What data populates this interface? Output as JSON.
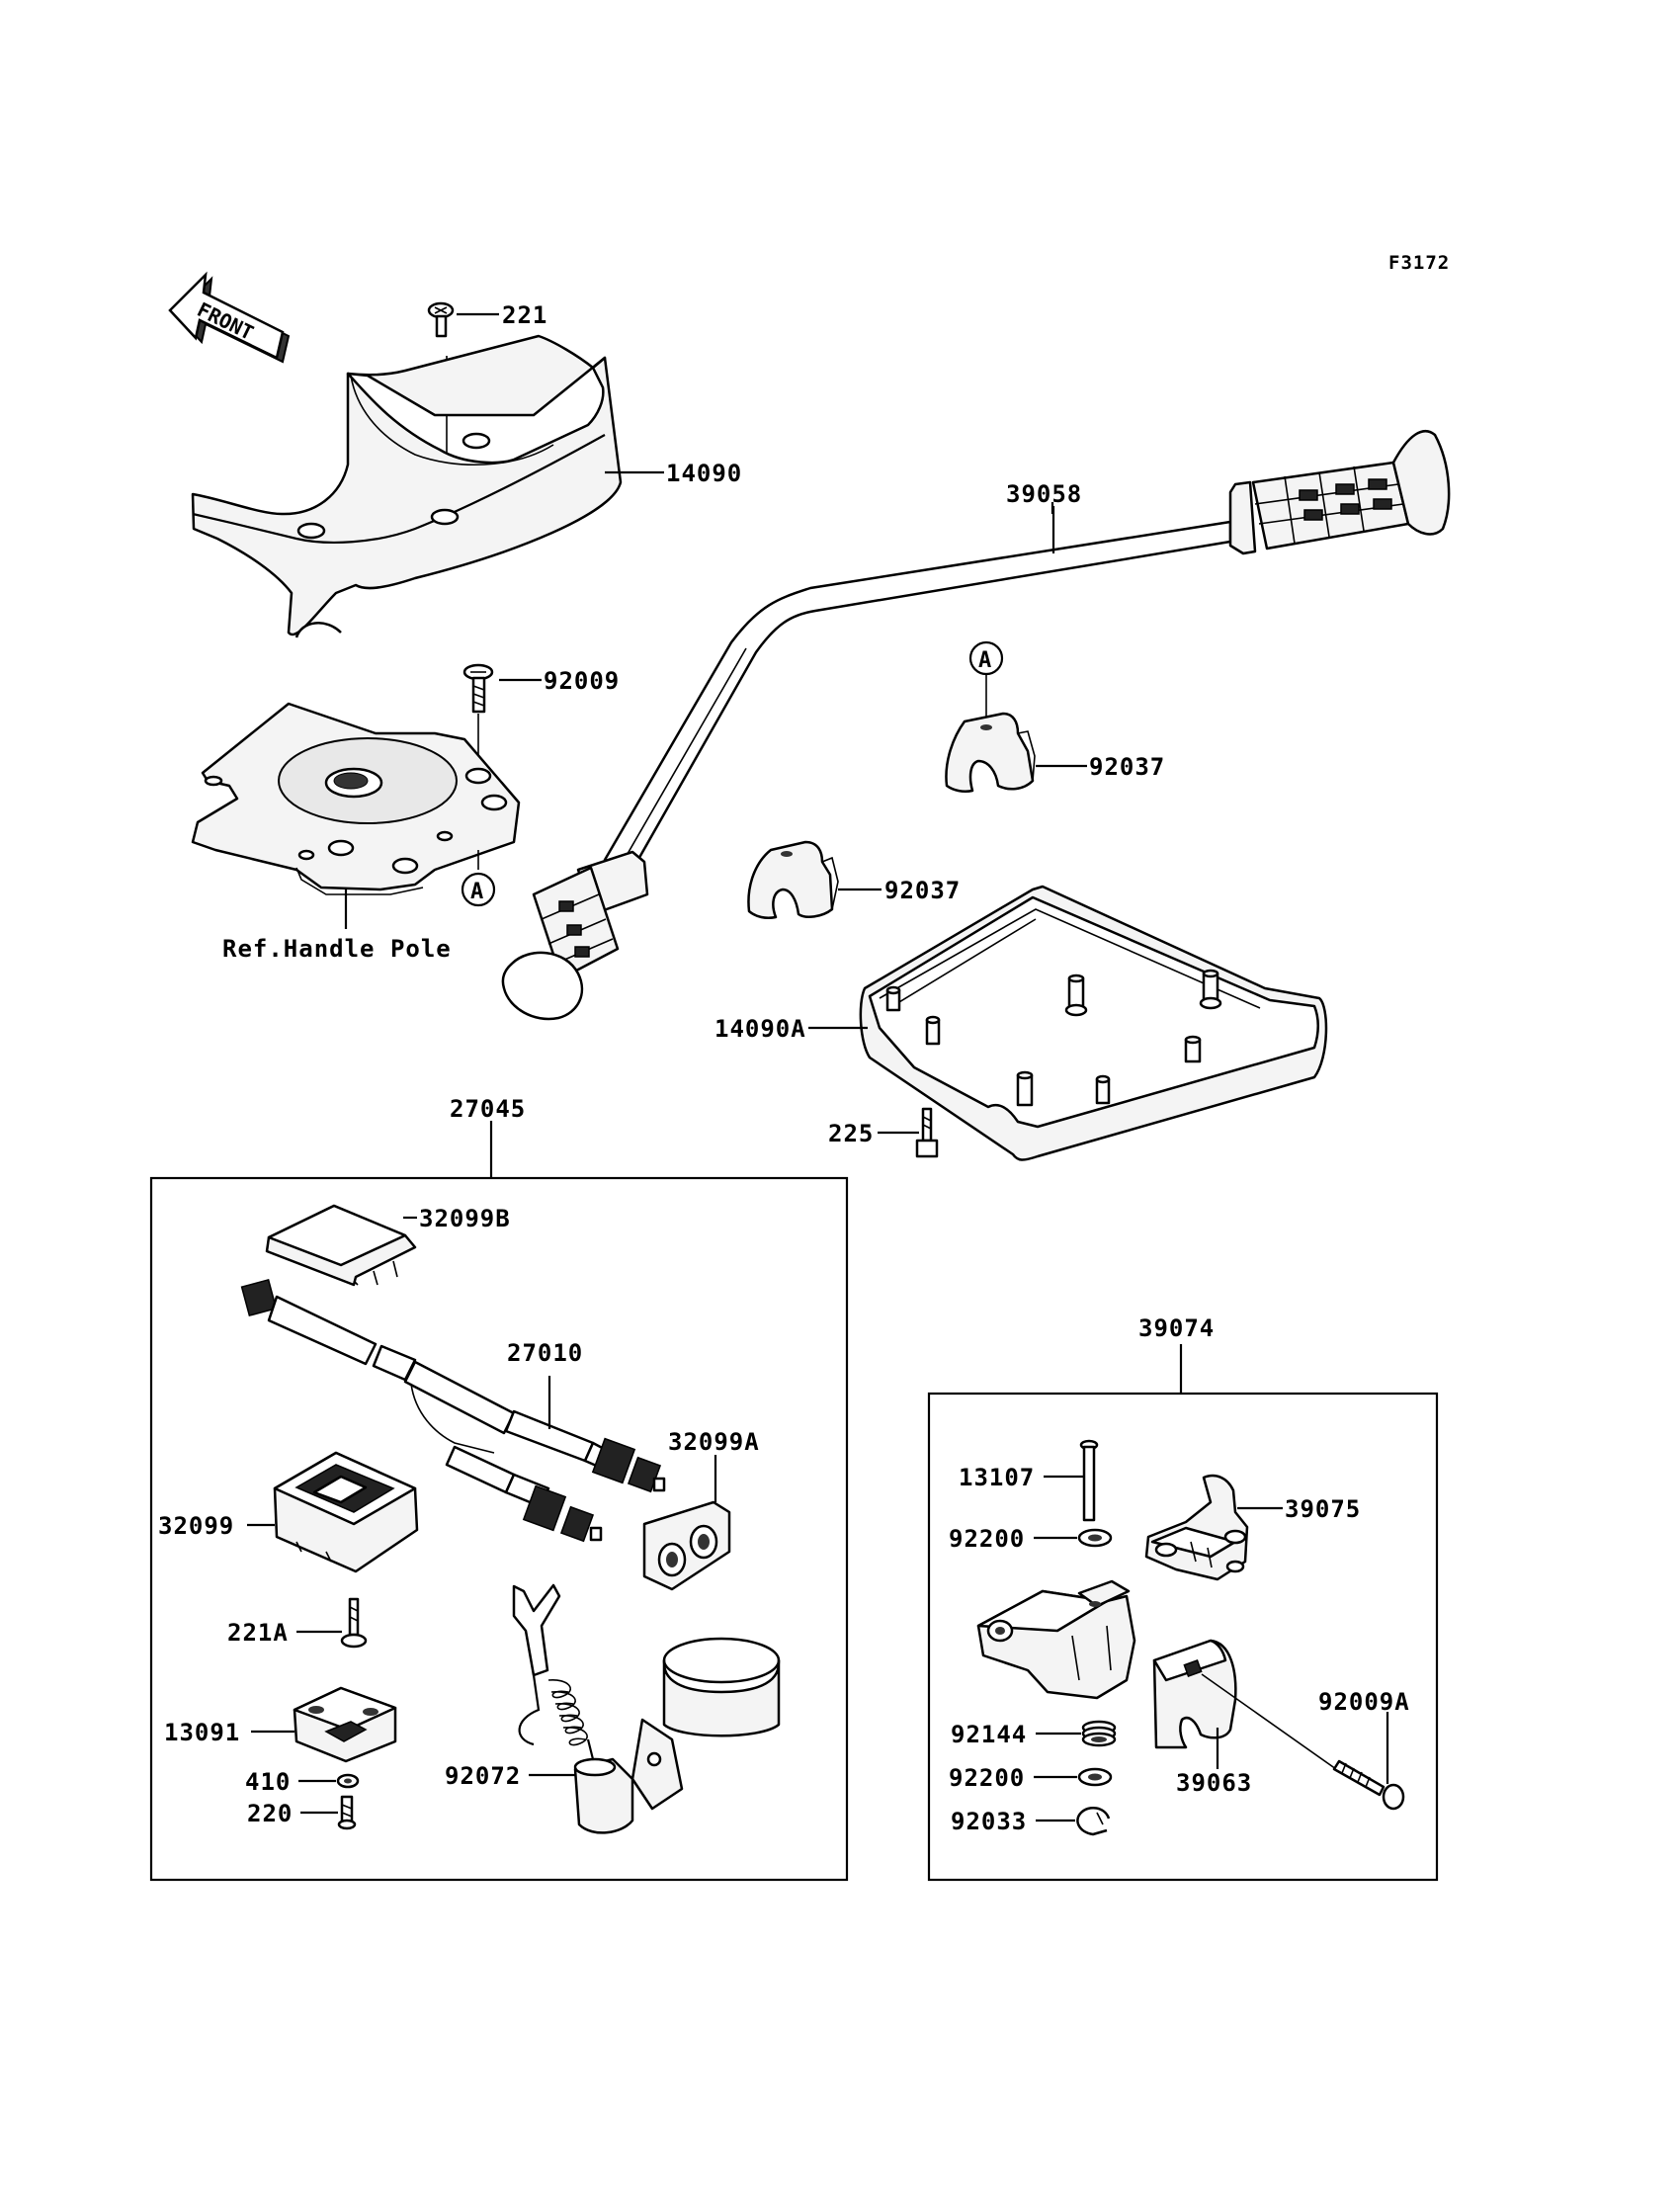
{
  "figure_code": "F3172",
  "front_arrow": {
    "label": "FRONT"
  },
  "reference_marker": "A",
  "callouts": {
    "p221": "221",
    "p14090": "14090",
    "p92009": "92009",
    "p39058": "39058",
    "p92037_upper": "92037",
    "p92037_lower": "92037",
    "p14090A": "14090A",
    "p225": "225",
    "ref_handle_pole": "Ref.Handle Pole",
    "p27045": "27045",
    "p32099B": "32099B",
    "p27010": "27010",
    "p32099A": "32099A",
    "p32099": "32099",
    "p221A": "221A",
    "p13091": "13091",
    "p410": "410",
    "p220": "220",
    "p92072": "92072",
    "p39074": "39074",
    "p13107": "13107",
    "p39075": "39075",
    "p92200_upper": "92200",
    "p92009A": "92009A",
    "p92144": "92144",
    "p39063": "39063",
    "p92200_lower": "92200",
    "p92033": "92033"
  }
}
